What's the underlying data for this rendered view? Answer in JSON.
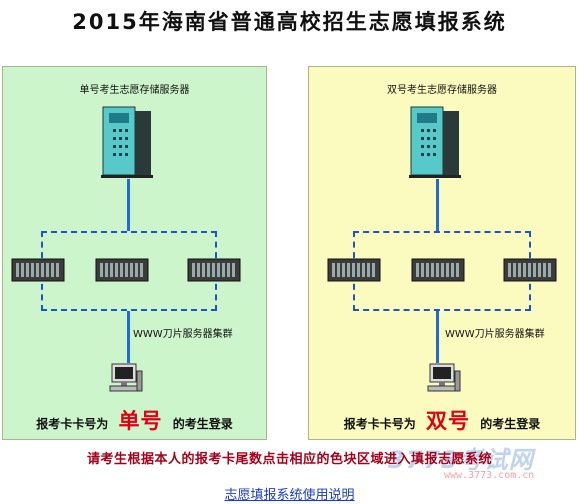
{
  "page_title": "2015年海南省普通高校招生志愿填报系统",
  "left_panel": {
    "title": "单号考生志愿存储服务器",
    "cluster_label": "WWW刀片服务器集群",
    "login_prefix": "报考卡卡号为",
    "login_big": "单号",
    "login_suffix": "的考生登录",
    "bg_color": "#ccf5cc"
  },
  "right_panel": {
    "title": "双号考生志愿存储服务器",
    "cluster_label": "WWW刀片服务器集群",
    "login_prefix": "报考卡卡号为",
    "login_big": "双号",
    "login_suffix": "的考生登录",
    "bg_color": "#fbfbc0"
  },
  "instruction": "请考生根据本人的报考卡尾数点击相应的色块区域进入填报志愿系统",
  "help_link": "志愿填报系统使用说明",
  "watermark": {
    "big": "3773考试网",
    "small": "www.3773.com.cn"
  },
  "colors": {
    "accent_red": "#e00010",
    "link_blue": "#1a3cc0",
    "connector_blue": "#1e6ad8"
  }
}
